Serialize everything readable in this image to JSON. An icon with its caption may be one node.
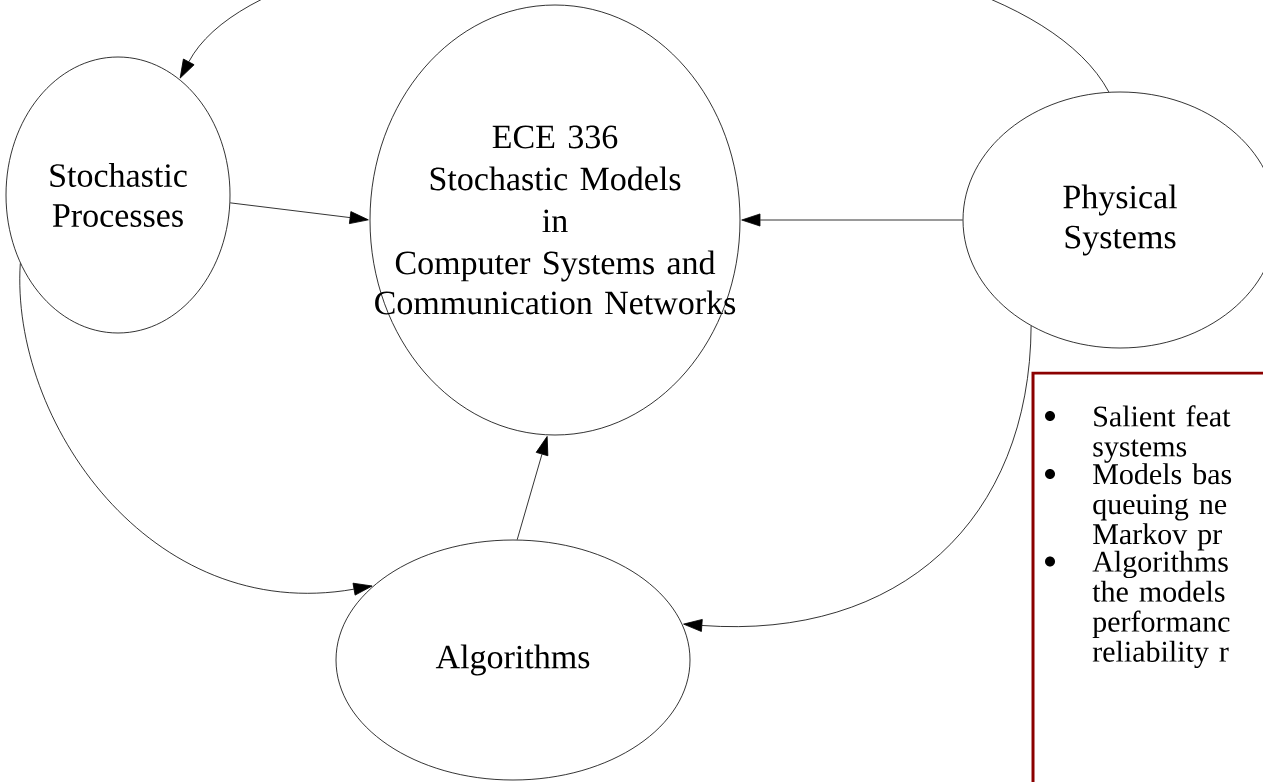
{
  "diagram": {
    "nodes": [
      {
        "text": [
          "Stochastic Processes"
        ]
      },
      {
        "text": [
          "ECE 336",
          "Stochastic Models",
          "in",
          "Computer Systems and Communication Networks"
        ]
      },
      {
        "text": [
          "Physical Systems"
        ]
      },
      {
        "text": [
          "Algorithms"
        ]
      },
      {
        "text": [
          "Salient feat systems",
          "Models bas queuing ne Markov pr",
          "Algorithms the models performanc reliability r"
        ]
      }
    ],
    "edges": [
      {
        "from": 0,
        "to": 1,
        "arrow": "to"
      },
      {
        "from": 2,
        "to": 1,
        "arrow": "to"
      },
      {
        "from": 3,
        "to": 1,
        "arrow": "to"
      },
      {
        "from": 2,
        "to": 0,
        "arrow": "to"
      },
      {
        "from": 0,
        "to": 3,
        "arrow": "to"
      },
      {
        "from": 2,
        "to": 3,
        "arrow": "to"
      }
    ]
  }
}
